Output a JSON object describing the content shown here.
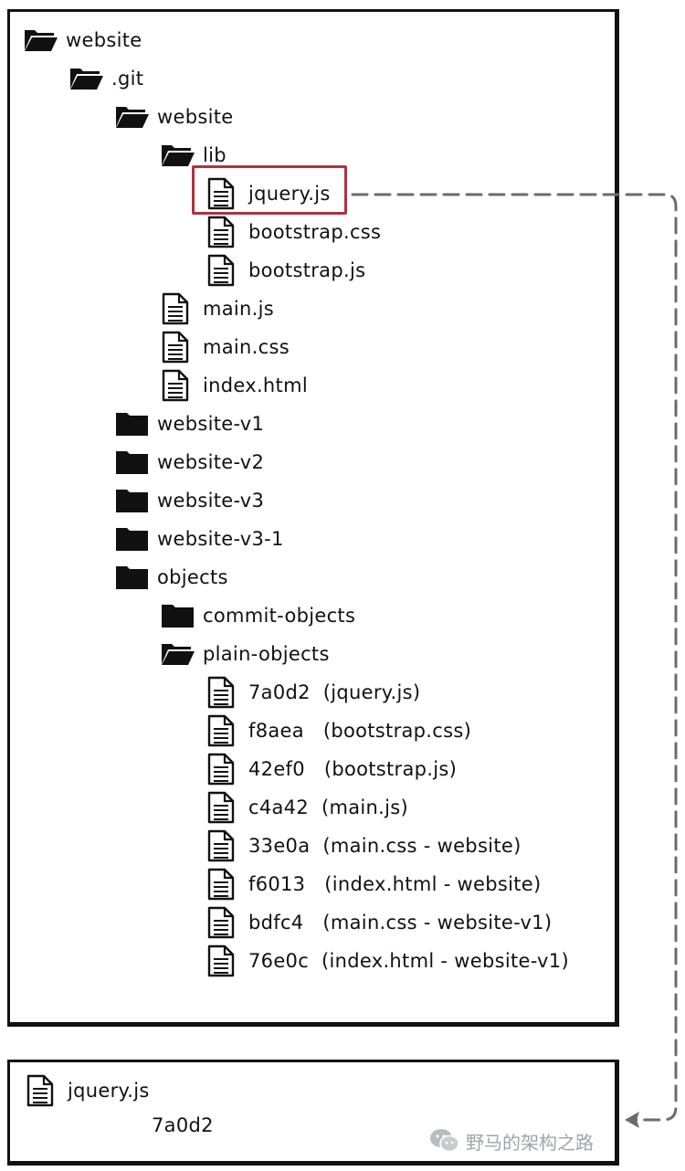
{
  "tree": [
    {
      "label": "website",
      "depth": 0,
      "icon": "folder-open-icon",
      "kind": "folder-open"
    },
    {
      "label": ".git",
      "depth": 1,
      "icon": "folder-open-icon",
      "kind": "folder-open"
    },
    {
      "label": "website",
      "depth": 2,
      "icon": "folder-open-icon",
      "kind": "folder-open"
    },
    {
      "label": "lib",
      "depth": 3,
      "icon": "folder-open-icon",
      "kind": "folder-open"
    },
    {
      "label": "jquery.js",
      "depth": 4,
      "icon": "file-icon",
      "kind": "file",
      "highlighted": true
    },
    {
      "label": "bootstrap.css",
      "depth": 4,
      "icon": "file-icon",
      "kind": "file"
    },
    {
      "label": "bootstrap.js",
      "depth": 4,
      "icon": "file-icon",
      "kind": "file"
    },
    {
      "label": "main.js",
      "depth": 3,
      "icon": "file-icon",
      "kind": "file"
    },
    {
      "label": "main.css",
      "depth": 3,
      "icon": "file-icon",
      "kind": "file"
    },
    {
      "label": "index.html",
      "depth": 3,
      "icon": "file-icon",
      "kind": "file"
    },
    {
      "label": "website-v1",
      "depth": 2,
      "icon": "folder-icon",
      "kind": "folder"
    },
    {
      "label": "website-v2",
      "depth": 2,
      "icon": "folder-icon",
      "kind": "folder"
    },
    {
      "label": "website-v3",
      "depth": 2,
      "icon": "folder-icon",
      "kind": "folder"
    },
    {
      "label": "website-v3-1",
      "depth": 2,
      "icon": "folder-icon",
      "kind": "folder"
    },
    {
      "label": "objects",
      "depth": 2,
      "icon": "folder-icon",
      "kind": "folder"
    },
    {
      "label": "commit-objects",
      "depth": 3,
      "icon": "folder-icon",
      "kind": "folder"
    },
    {
      "label": "plain-objects",
      "depth": 3,
      "icon": "folder-open-icon",
      "kind": "folder-open"
    },
    {
      "label": "7a0d2  (jquery.js)",
      "depth": 4,
      "icon": "file-icon",
      "kind": "file"
    },
    {
      "label": "f8aea   (bootstrap.css)",
      "depth": 4,
      "icon": "file-icon",
      "kind": "file"
    },
    {
      "label": "42ef0   (bootstrap.js)",
      "depth": 4,
      "icon": "file-icon",
      "kind": "file"
    },
    {
      "label": "c4a42  (main.js)",
      "depth": 4,
      "icon": "file-icon",
      "kind": "file"
    },
    {
      "label": "33e0a  (main.css - website)",
      "depth": 4,
      "icon": "file-icon",
      "kind": "file"
    },
    {
      "label": "f6013   (index.html - website)",
      "depth": 4,
      "icon": "file-icon",
      "kind": "file"
    },
    {
      "label": "bdfc4   (main.css - website-v1)",
      "depth": 4,
      "icon": "file-icon",
      "kind": "file"
    },
    {
      "label": "76e0c  (index.html - website-v1)",
      "depth": 4,
      "icon": "file-icon",
      "kind": "file"
    }
  ],
  "detail": {
    "name": "jquery.js",
    "hash": "7a0d2",
    "icon": "file-icon"
  },
  "watermark": {
    "text": "野马的架构之路",
    "icon": "wechat-icon"
  },
  "colors": {
    "highlight": "#b0313d",
    "connector": "#6b6b6b",
    "watermark": "#a0a4a8",
    "ink": "#111111"
  }
}
